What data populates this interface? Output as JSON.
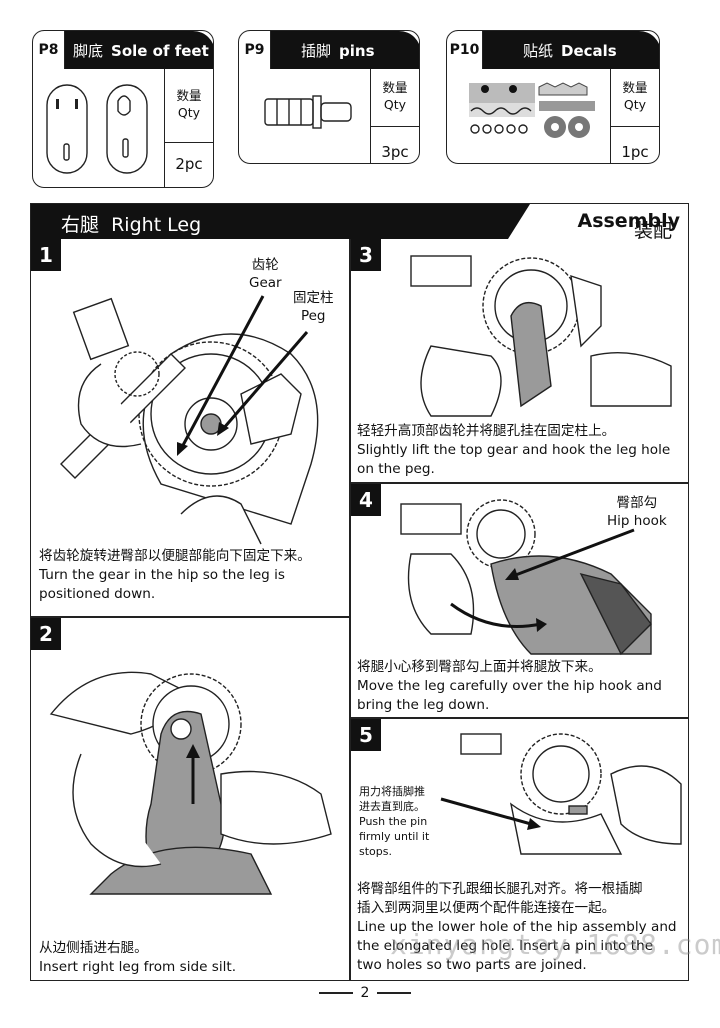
{
  "parts": [
    {
      "code": "P8",
      "name_cn": "脚底",
      "name_en": "Sole of feet",
      "qty_cn": "数量",
      "qty_en": "Qty",
      "qty": "2pc"
    },
    {
      "code": "P9",
      "name_cn": "插脚",
      "name_en": "pins",
      "qty_cn": "数量",
      "qty_en": "Qty",
      "qty": "3pc"
    },
    {
      "code": "P10",
      "name_cn": "贴纸",
      "name_en": "Decals",
      "qty_cn": "数量",
      "qty_en": "Qty",
      "qty": "1pc"
    }
  ],
  "section": {
    "title_cn": "右腿",
    "title_en": "Right Leg",
    "assembly_cn": "装配",
    "assembly_en": "Assembly"
  },
  "steps": [
    {
      "number": "1",
      "callouts": [
        {
          "cn": "齿轮",
          "en": "Gear"
        },
        {
          "cn": "固定柱",
          "en": "Peg"
        }
      ],
      "caption_cn": "将齿轮旋转进臀部以便腿部能向下固定下来。",
      "caption_en": [
        "Turn the gear in the hip so the leg is",
        "positioned down."
      ]
    },
    {
      "number": "2",
      "caption_cn": "从边侧插进右腿。",
      "caption_en": [
        "Insert right leg from side silt."
      ]
    },
    {
      "number": "3",
      "caption_cn": "轻轻升高顶部齿轮并将腿孔挂在固定柱上。",
      "caption_en": [
        "Slightly lift the top gear and hook the leg hole",
        "on the peg."
      ]
    },
    {
      "number": "4",
      "callouts": [
        {
          "cn": "臀部勾",
          "en": "Hip hook"
        }
      ],
      "caption_cn": "将腿小心移到臀部勾上面并将腿放下来。",
      "caption_en": [
        "Move the leg carefully over the hip hook and",
        "bring the leg down."
      ]
    },
    {
      "number": "5",
      "callout_cn": [
        "用力将插脚推",
        "进去直到底。"
      ],
      "callout_en": [
        "Push the pin",
        "firmly until it",
        "stops."
      ],
      "caption_cn": [
        "将臀部组件的下孔跟细长腿孔对齐。将一根插脚",
        "插入到两洞里以便两个配件能连接在一起。"
      ],
      "caption_en": [
        "Line up the lower hole of the hip assembly and",
        "the elongated leg hole.  Insert a pin into the",
        "two holes so two parts are joined."
      ]
    }
  ],
  "page_number": "2",
  "watermark": "xinyangtoy.1688.com"
}
